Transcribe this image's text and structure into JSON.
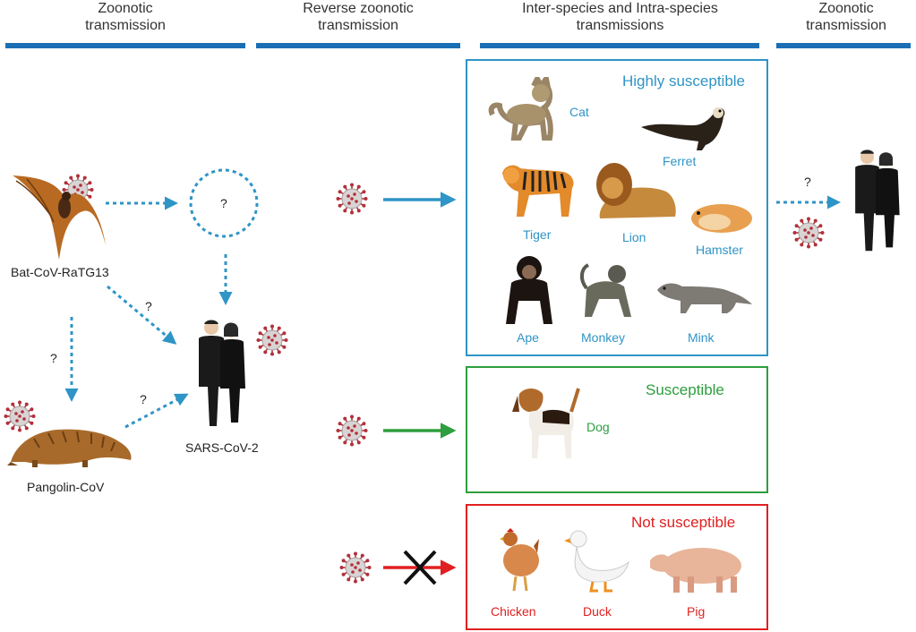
{
  "headers": [
    {
      "line1": "Zoonotic",
      "line2": "transmission"
    },
    {
      "line1": "Reverse zoonotic",
      "line2": "transmission"
    },
    {
      "line1": "Inter-species and Intra-species",
      "line2": "transmissions"
    },
    {
      "line1": "Zoonotic",
      "line2": "transmission"
    }
  ],
  "left": {
    "bat_label": "Bat-CoV-RaTG13",
    "pangolin_label": "Pangolin-CoV",
    "human_label": "SARS-CoV-2",
    "question_mark": "?"
  },
  "boxes": {
    "highly": {
      "title": "Highly susceptible",
      "animals": [
        "Cat",
        "Ferret",
        "Tiger",
        "Lion",
        "Hamster",
        "Ape",
        "Monkey",
        "Mink"
      ]
    },
    "susceptible": {
      "title": "Susceptible",
      "animals": [
        "Dog"
      ]
    },
    "not": {
      "title": "Not susceptible",
      "animals": [
        "Chicken",
        "Duck",
        "Pig"
      ]
    }
  },
  "colors": {
    "header_bar": "#1a6fb4",
    "highly": "#2f94c6",
    "susceptible": "#2e9e3e",
    "not_susceptible": "#e02020",
    "arrow_blue": "#2f94c6",
    "virus": "#b0313a"
  },
  "icons": [
    "virus-icon",
    "bat-icon",
    "pangolin-icon",
    "people-icon",
    "cat-icon",
    "ferret-icon",
    "tiger-icon",
    "lion-icon",
    "hamster-icon",
    "ape-icon",
    "monkey-icon",
    "mink-icon",
    "dog-icon",
    "chicken-icon",
    "duck-icon",
    "pig-icon",
    "cross-icon"
  ]
}
